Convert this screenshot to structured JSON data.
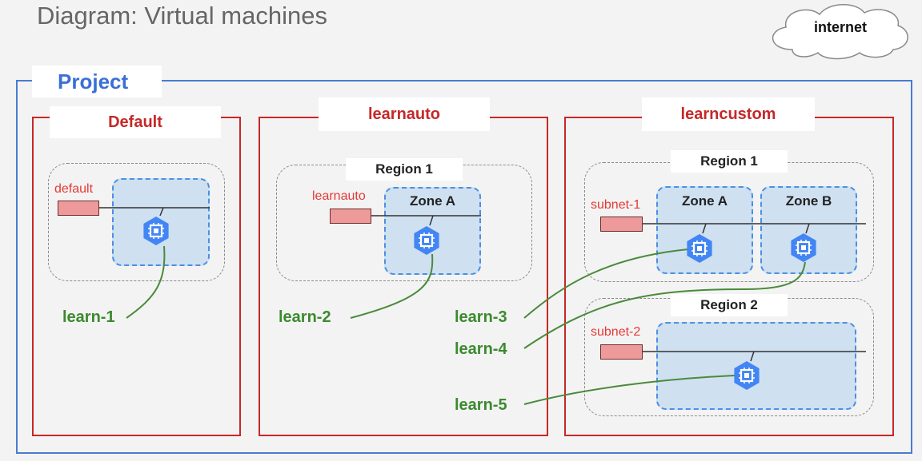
{
  "title": "Diagram: Virtual machines",
  "internet": "internet",
  "project": "Project",
  "networks": {
    "default": {
      "label": "Default",
      "subnet": "default",
      "vm": "learn-1"
    },
    "learnauto": {
      "label": "learnauto",
      "region": "Region 1",
      "zone": "Zone A",
      "subnet": "learnauto",
      "vm": "learn-2"
    },
    "learncustom": {
      "label": "learncustom",
      "region1": "Region 1",
      "region2": "Region 2",
      "zoneA": "Zone A",
      "zoneB": "Zone B",
      "subnet1": "subnet-1",
      "subnet2": "subnet-2",
      "vms": [
        "learn-3",
        "learn-4",
        "learn-5"
      ]
    }
  },
  "colors": {
    "project": "#4a7bd0",
    "network": "#c62828",
    "subnet": "#e53935",
    "vm_label": "#3b8a2e",
    "zone_fill": "#cfe0f1",
    "vm_icon": "#4285f4"
  },
  "icons": {
    "vm": "compute-engine-hexagon-icon",
    "cloud": "cloud-icon"
  }
}
